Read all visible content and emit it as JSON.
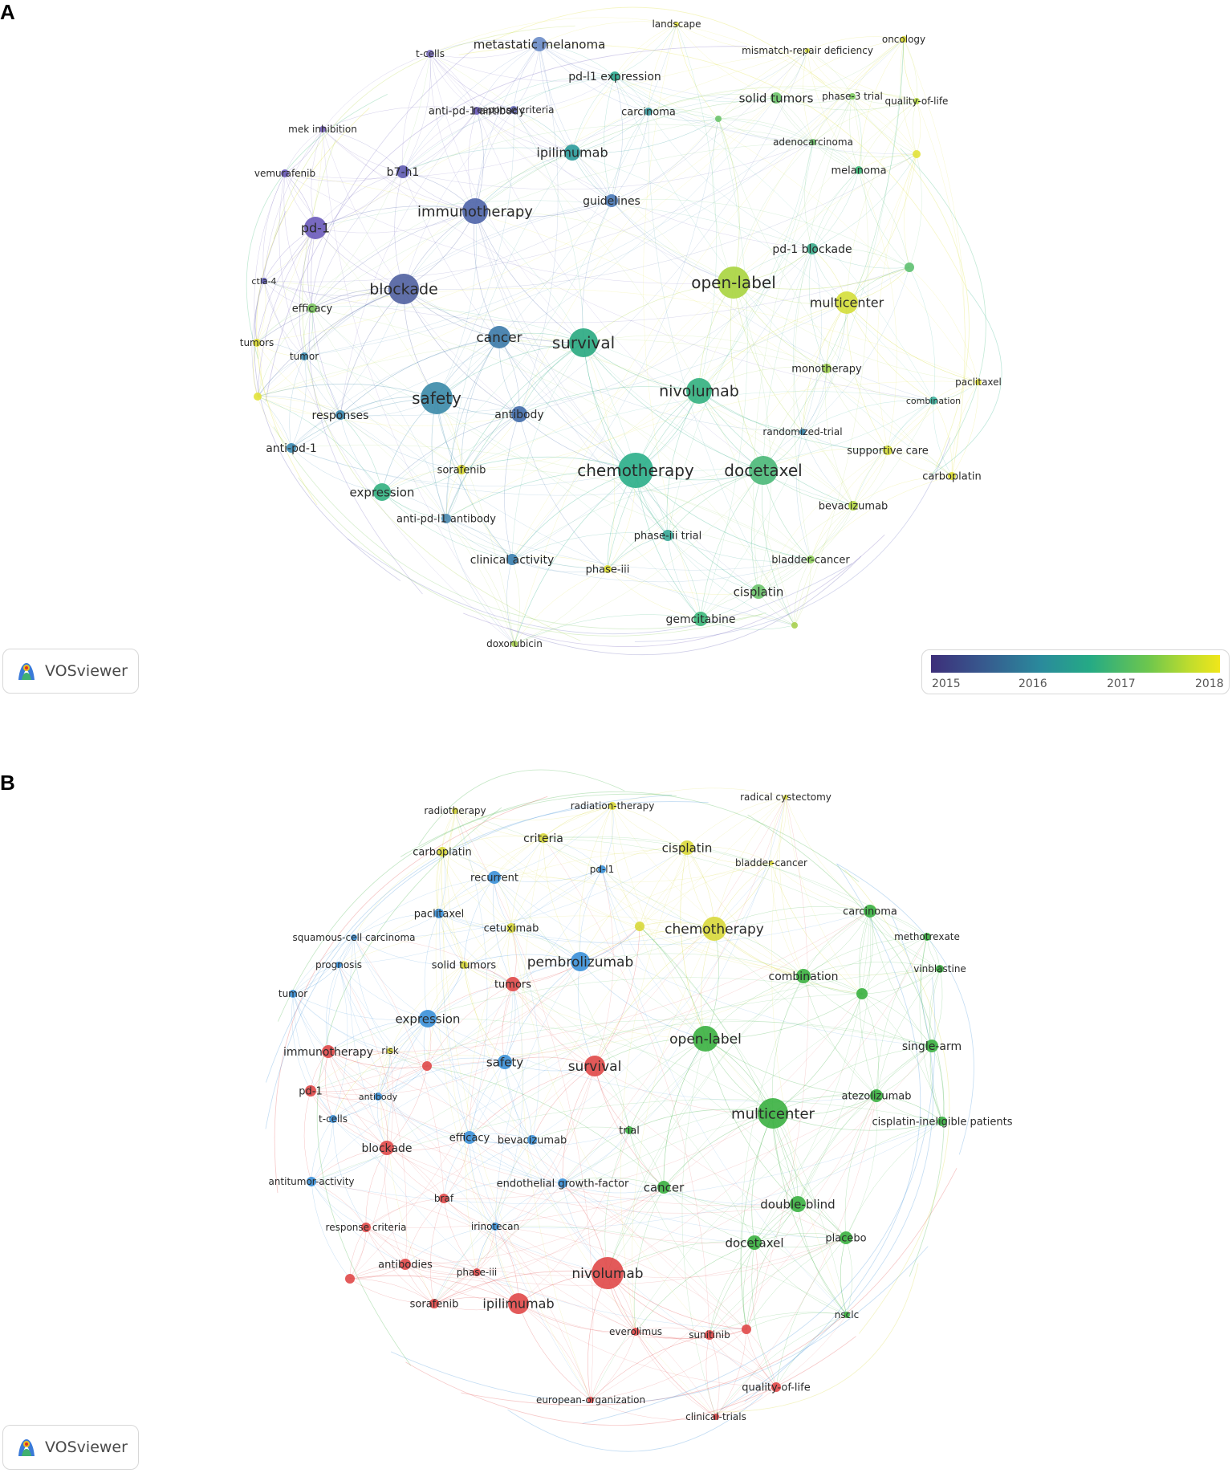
{
  "panels": [
    {
      "letter": "A",
      "logo_text": "VOSviewer",
      "colorbar_ticks": [
        "2015",
        "2016",
        "2017",
        "2018"
      ],
      "nodes": [
        {
          "label": "landscape",
          "color": "#e2e23a"
        },
        {
          "label": "oncology",
          "color": "#dede30"
        },
        {
          "label": "mismatch-repair deficiency",
          "color": "#d8e03a"
        },
        {
          "label": "metastatic melanoma",
          "color": "#6a8cc8"
        },
        {
          "label": "t-cells",
          "color": "#7b6fc0"
        },
        {
          "label": "pd-l1 expression",
          "color": "#2aa88e"
        },
        {
          "label": "solid tumors",
          "color": "#6cc36a"
        },
        {
          "label": "phase-3 trial",
          "color": "#7cc860"
        },
        {
          "label": "quality-of-life",
          "color": "#b6d845"
        },
        {
          "label": "anti-pd-1 antibody",
          "color": "#6a5aba"
        },
        {
          "label": "response criteria",
          "color": "#6a70c0"
        },
        {
          "label": "carcinoma",
          "color": "#3a9aa0"
        },
        {
          "label": "mek inhibition",
          "color": "#7560b8"
        },
        {
          "label": "adenocarcinoma",
          "color": "#6cc36a"
        },
        {
          "label": "ipilimumab",
          "color": "#2a9a9a"
        },
        {
          "label": "vemurafenib",
          "color": "#6a5aba"
        },
        {
          "label": "b7-h1",
          "color": "#5e5ab0"
        },
        {
          "label": "melanoma",
          "color": "#3cb878"
        },
        {
          "label": "immunotherapy",
          "color": "#4e64a8"
        },
        {
          "label": "guidelines",
          "color": "#4a7ab8"
        },
        {
          "label": "pd-1",
          "color": "#6a5aba"
        },
        {
          "label": "pd-1 blockade",
          "color": "#38aa8a"
        },
        {
          "label": "ctla-4",
          "color": "#5e5ab0"
        },
        {
          "label": "open-label",
          "color": "#a8d43e"
        },
        {
          "label": "blockade",
          "color": "#5060a0"
        },
        {
          "label": "multicenter",
          "color": "#d4de3a"
        },
        {
          "label": "efficacy",
          "color": "#7cc860"
        },
        {
          "label": "tumors",
          "color": "#dede30"
        },
        {
          "label": "cancer",
          "color": "#3c7aa8"
        },
        {
          "label": "survival",
          "color": "#28a880"
        },
        {
          "label": "tumor",
          "color": "#3a88b0"
        },
        {
          "label": "monotherapy",
          "color": "#9ed050"
        },
        {
          "label": "paclitaxel",
          "color": "#e2e23a"
        },
        {
          "label": "nivolumab",
          "color": "#32b080"
        },
        {
          "label": "safety",
          "color": "#3a8aa8"
        },
        {
          "label": "combination",
          "color": "#3cb4a0"
        },
        {
          "label": "responses",
          "color": "#3a88b0"
        },
        {
          "label": "antibody",
          "color": "#406aa8"
        },
        {
          "label": "randomized-trial",
          "color": "#3a88b0"
        },
        {
          "label": "anti-pd-1",
          "color": "#3a88b0"
        },
        {
          "label": "supportive care",
          "color": "#d8e03a"
        },
        {
          "label": "chemotherapy",
          "color": "#2aae88"
        },
        {
          "label": "docetaxel",
          "color": "#4ab878"
        },
        {
          "label": "carboplatin",
          "color": "#dede30"
        },
        {
          "label": "sorafenib",
          "color": "#d8d830"
        },
        {
          "label": "expression",
          "color": "#32b080"
        },
        {
          "label": "bevacizumab",
          "color": "#b6d845"
        },
        {
          "label": "anti-pd-l1 antibody",
          "color": "#4a8ab0"
        },
        {
          "label": "phase-iii trial",
          "color": "#3aa898"
        },
        {
          "label": "clinical activity",
          "color": "#3a80b0"
        },
        {
          "label": "bladder-cancer",
          "color": "#8ccc58"
        },
        {
          "label": "phase-iii",
          "color": "#dede30"
        },
        {
          "label": "cisplatin",
          "color": "#6cc36a"
        },
        {
          "label": "gemcitabine",
          "color": "#3cb87a"
        },
        {
          "label": "doxorubicin",
          "color": "#a8d050"
        }
      ]
    },
    {
      "letter": "B",
      "logo_text": "VOSviewer",
      "nodes": [
        {
          "label": "radical cystectomy",
          "color": "#d8d83a"
        },
        {
          "label": "radiotherapy",
          "color": "#d8d83a"
        },
        {
          "label": "radiation-therapy",
          "color": "#d8d83a"
        },
        {
          "label": "criteria",
          "color": "#d8d83a"
        },
        {
          "label": "cisplatin",
          "color": "#d8d83a"
        },
        {
          "label": "carboplatin",
          "color": "#d8d83a"
        },
        {
          "label": "bladder-cancer",
          "color": "#d8d83a"
        },
        {
          "label": "recurrent",
          "color": "#3a90d8"
        },
        {
          "label": "pd-l1",
          "color": "#3a90d8"
        },
        {
          "label": "carcinoma",
          "color": "#3ab040"
        },
        {
          "label": "paclitaxel",
          "color": "#3a90d8"
        },
        {
          "label": "chemotherapy",
          "color": "#d8d83a"
        },
        {
          "label": "cetuximab",
          "color": "#d8d83a"
        },
        {
          "label": "methotrexate",
          "color": "#3ab040"
        },
        {
          "label": "squamous-cell carcinoma",
          "color": "#3a90d8"
        },
        {
          "label": "pembrolizumab",
          "color": "#3a90d8"
        },
        {
          "label": "solid tumors",
          "color": "#d8d83a"
        },
        {
          "label": "vinblastine",
          "color": "#3ab040"
        },
        {
          "label": "prognosis",
          "color": "#3a90d8"
        },
        {
          "label": "combination",
          "color": "#3ab040"
        },
        {
          "label": "tumors",
          "color": "#e04848"
        },
        {
          "label": "tumor",
          "color": "#3a90d8"
        },
        {
          "label": "expression",
          "color": "#3a90d8"
        },
        {
          "label": "open-label",
          "color": "#3ab040"
        },
        {
          "label": "single-arm",
          "color": "#3ab040"
        },
        {
          "label": "immunotherapy",
          "color": "#e04848"
        },
        {
          "label": "risk",
          "color": "#d8d83a"
        },
        {
          "label": "safety",
          "color": "#3a90d8"
        },
        {
          "label": "survival",
          "color": "#e04848"
        },
        {
          "label": "pd-1",
          "color": "#e04848"
        },
        {
          "label": "antibody",
          "color": "#3a90d8"
        },
        {
          "label": "atezolizumab",
          "color": "#3ab040"
        },
        {
          "label": "t-cells",
          "color": "#3a90d8"
        },
        {
          "label": "multicenter",
          "color": "#3ab040"
        },
        {
          "label": "cisplatin-ineligible patients",
          "color": "#3ab040"
        },
        {
          "label": "trial",
          "color": "#3ab040"
        },
        {
          "label": "blockade",
          "color": "#e04848"
        },
        {
          "label": "efficacy",
          "color": "#3a90d8"
        },
        {
          "label": "bevacizumab",
          "color": "#3a90d8"
        },
        {
          "label": "antitumor-activity",
          "color": "#3a90d8"
        },
        {
          "label": "endothelial growth-factor",
          "color": "#3a90d8"
        },
        {
          "label": "cancer",
          "color": "#3ab040"
        },
        {
          "label": "braf",
          "color": "#e04848"
        },
        {
          "label": "double-blind",
          "color": "#3ab040"
        },
        {
          "label": "response criteria",
          "color": "#e04848"
        },
        {
          "label": "irinotecan",
          "color": "#3a90d8"
        },
        {
          "label": "docetaxel",
          "color": "#3ab040"
        },
        {
          "label": "placebo",
          "color": "#3ab040"
        },
        {
          "label": "antibodies",
          "color": "#e04848"
        },
        {
          "label": "phase-iii",
          "color": "#e04848"
        },
        {
          "label": "nivolumab",
          "color": "#e04848"
        },
        {
          "label": "sorafenib",
          "color": "#e04848"
        },
        {
          "label": "ipilimumab",
          "color": "#e04848"
        },
        {
          "label": "nsclc",
          "color": "#3ab040"
        },
        {
          "label": "everolimus",
          "color": "#e04848"
        },
        {
          "label": "sunitinib",
          "color": "#e04848"
        },
        {
          "label": "quality-of-life",
          "color": "#e04848"
        },
        {
          "label": "european-organization",
          "color": "#e04848"
        },
        {
          "label": "clinical-trials",
          "color": "#e04848"
        }
      ]
    }
  ]
}
